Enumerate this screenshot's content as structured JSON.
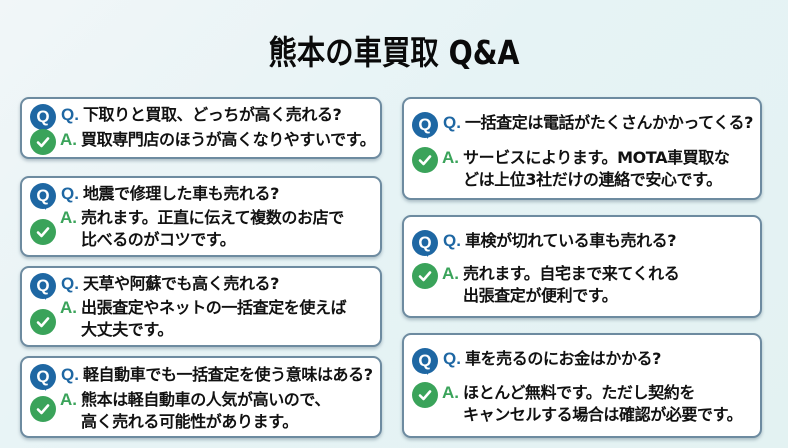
{
  "page": {
    "title": "熊本の車買取 Q&A"
  },
  "labels": {
    "q_prefix": "Q.",
    "a_prefix": "A.",
    "q_icon_letter": "Q"
  },
  "colors": {
    "question_blue": "#1e67a3",
    "answer_green": "#3aa35a",
    "card_border": "#6d8ba0",
    "background": "#e6f3f5"
  },
  "left": [
    {
      "question": "下取りと買取、どっちが高く売れる?",
      "answer_lines": [
        "買取専門店のほうが高くなりやすいです。"
      ]
    },
    {
      "question": "地震で修理した車も売れる?",
      "answer_lines": [
        "売れます。正直に伝えて複数のお店で",
        "比べるのがコツです。"
      ]
    },
    {
      "question": "天草や阿蘇でも高く売れる?",
      "answer_lines": [
        "出張査定やネットの一括査定を使えば",
        "大丈夫です。"
      ]
    },
    {
      "question": "軽自動車でも一括査定を使う意味はある?",
      "answer_lines": [
        "熊本は軽自動車の人気が高いので、",
        "高く売れる可能性があります。"
      ]
    }
  ],
  "right": [
    {
      "question": "一括査定は電話がたくさんかかってくる?",
      "answer_lines": [
        "サービスによります。MOTA車買取な",
        "どは上位3社だけの連絡で安心です。"
      ]
    },
    {
      "question": "車検が切れている車も売れる?",
      "answer_lines": [
        "売れます。自宅まで来てくれる",
        "出張査定が便利です。"
      ]
    },
    {
      "question": "車を売るのにお金はかかる?",
      "answer_lines": [
        "ほとんど無料です。ただし契約を",
        "キャンセルする場合は確認が必要です。"
      ]
    }
  ]
}
